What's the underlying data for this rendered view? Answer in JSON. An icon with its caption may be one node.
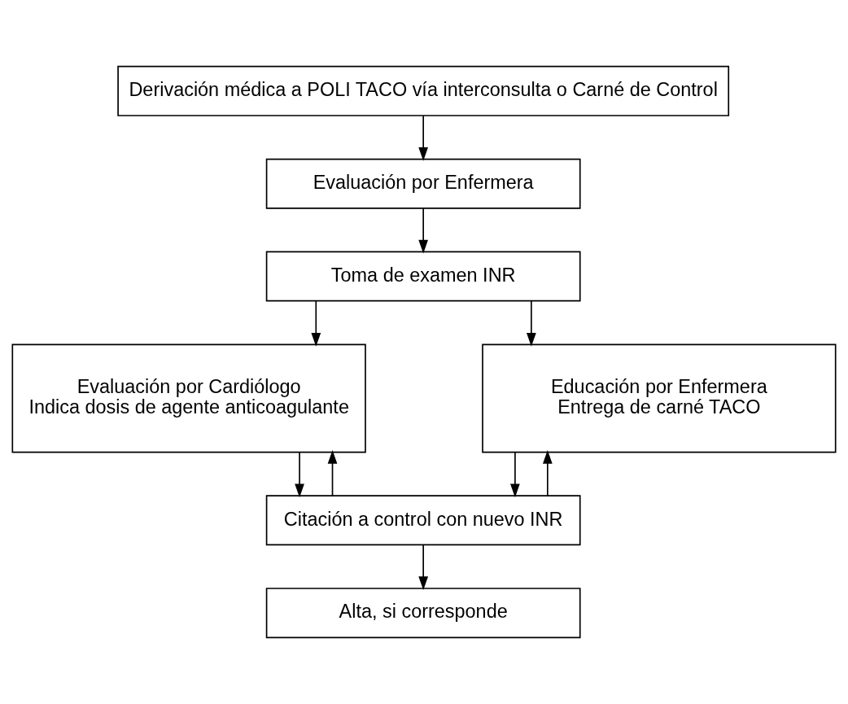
{
  "diagram": {
    "nodes": [
      {
        "text": [
          "Derivación médica a POLI TACO vía interconsulta o Carné de Control"
        ]
      },
      {
        "text": [
          "Evaluación por Enfermera"
        ]
      },
      {
        "text": [
          "Toma de examen INR"
        ]
      },
      {
        "text": [
          "Evaluación por Cardiólogo",
          "Indica dosis de agente anticoagulante"
        ]
      },
      {
        "text": [
          "Educación por Enfermera",
          "Entrega de carné TACO"
        ]
      },
      {
        "text": [
          "Citación a control con nuevo INR"
        ]
      },
      {
        "text": [
          "Alta, si corresponde"
        ]
      }
    ],
    "edges": [
      {
        "from": 0,
        "to": 1,
        "arrow": "to"
      },
      {
        "from": 1,
        "to": 2,
        "arrow": "to"
      },
      {
        "from": 2,
        "to": 3,
        "arrow": "to"
      },
      {
        "from": 2,
        "to": 4,
        "arrow": "to"
      },
      {
        "from": 3,
        "to": 5,
        "arrow": "to"
      },
      {
        "from": 4,
        "to": 5,
        "arrow": "to"
      },
      {
        "from": 5,
        "to": 3,
        "arrow": "to"
      },
      {
        "from": 5,
        "to": 4,
        "arrow": "to"
      },
      {
        "from": 5,
        "to": 6,
        "arrow": "to"
      }
    ]
  }
}
